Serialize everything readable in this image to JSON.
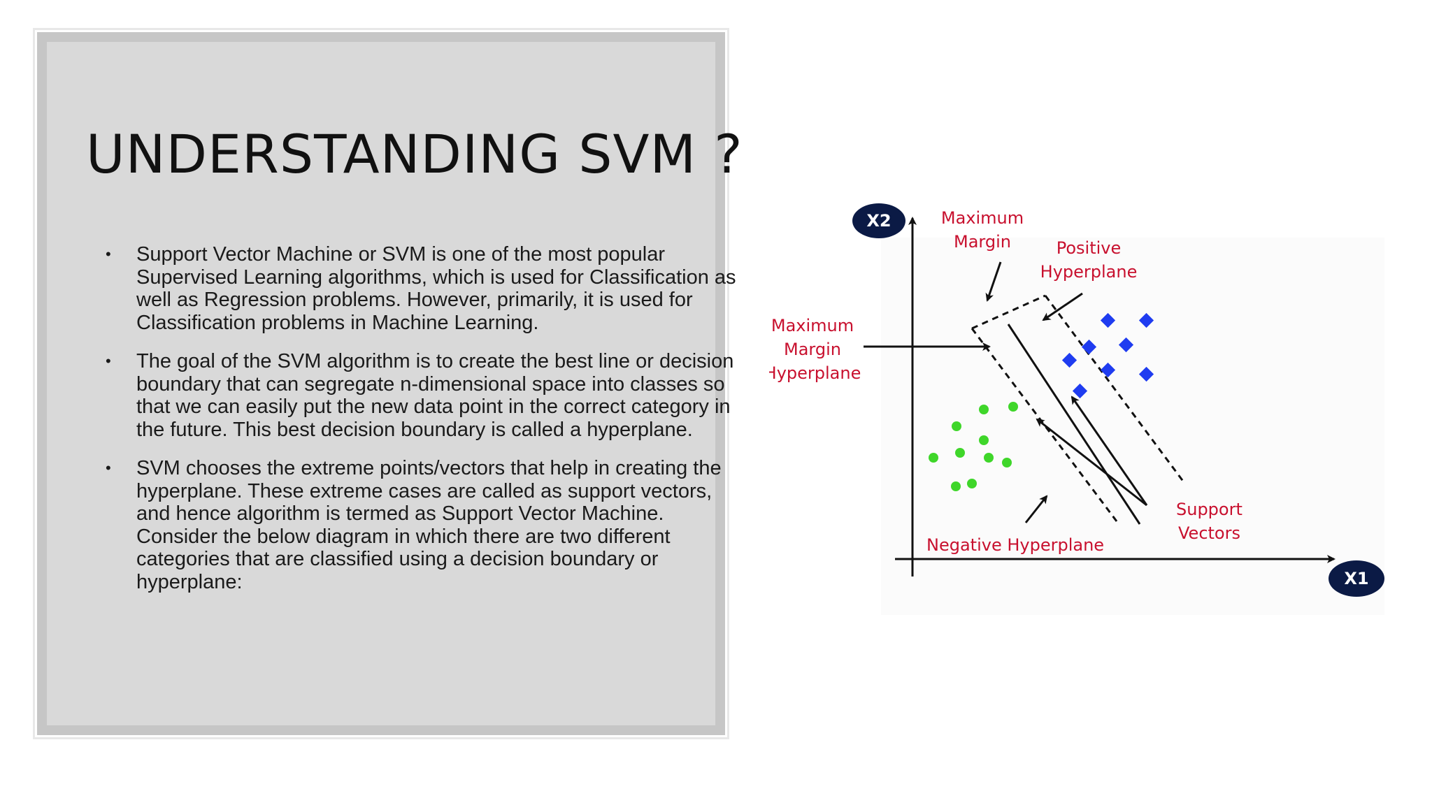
{
  "slide": {
    "title": "UNDERSTANDING SVM ?",
    "bullets": [
      "Support Vector Machine or SVM is one of the most popular Supervised Learning algorithms, which is used for Classification as well as Regression problems. However, primarily, it is used for Classification problems in Machine Learning.",
      "The goal of the SVM algorithm is to create the best line or decision boundary that can segregate n-dimensional space into classes so that we can easily put the new data point in the correct category in the future. This best decision boundary is called a hyperplane.",
      "SVM chooses the extreme points/vectors that help in creating the hyperplane. These extreme cases are called as support vectors, and hence algorithm is termed as Support Vector Machine. Consider the below diagram in which there are two different categories that are classified using a decision boundary or hyperplane:"
    ],
    "bullet_symbol": "•"
  },
  "diagram": {
    "axis_x": "X1",
    "axis_y": "X2",
    "label_max_margin_top_1": "Maximum",
    "label_max_margin_top_2": "Margin",
    "label_positive_1": "Positive",
    "label_positive_2": "Hyperplane",
    "label_max_margin_hyperplane_1": "Maximum",
    "label_max_margin_hyperplane_2": "Margin",
    "label_max_margin_hyperplane_3": "Hyperplane",
    "label_negative": "Negative Hyperplane",
    "label_support_1": "Support",
    "label_support_2": "Vectors",
    "colors": {
      "label_red": "#c8102e",
      "axis_badge": "#0b1a45",
      "class_positive": "#1f3cf0",
      "class_negative": "#3fd62a"
    }
  }
}
